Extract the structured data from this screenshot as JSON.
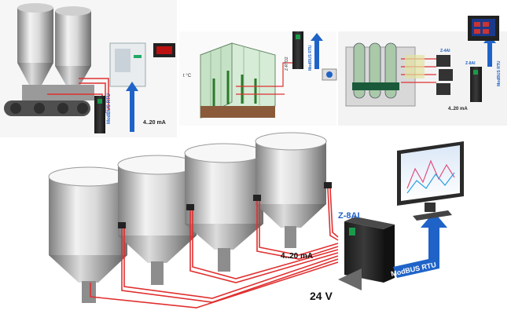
{
  "labels": {
    "current_scale": "4..20 mA",
    "current_small_1": "4..20 mA",
    "current_small_2": "4..20 mA",
    "module_name": "Z-8AI",
    "protocol_main": "ModBUS RTU",
    "protocol_small": "ModBUS RTU",
    "protocol_green": "ModBUS RTU",
    "protocol_rack": "ModBUS RTU",
    "power_supply": "24 V",
    "temp_unit": "t °C",
    "module_small": "Z-RTD2",
    "module_rack": "Z-8AI",
    "rack_label": "Z-4AI"
  },
  "colors": {
    "signal_wire": "#e03030",
    "modbus_arrow": "#1f63c8",
    "module_body": "#2a2a2a",
    "module_accent": "#0a7a3a",
    "silo_light": "#e6e6e6",
    "silo_dark": "#8a8a8a"
  },
  "icons": [
    "silo-icon",
    "transmitter-icon",
    "monitor-icon",
    "greenhouse-icon",
    "panel-icon",
    "display-icon",
    "arrow-icon"
  ]
}
